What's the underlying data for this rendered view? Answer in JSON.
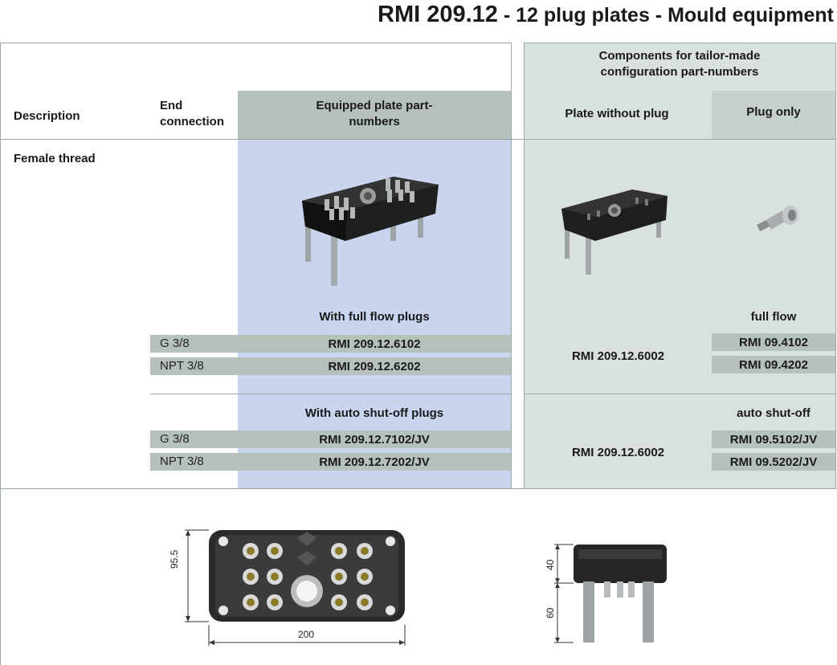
{
  "title": {
    "code": "RMI 209.12",
    "rest": " - 12 plug plates - Mould equipment"
  },
  "header": {
    "components": "Components for tailor-made configuration part-numbers",
    "description": "Description",
    "end_connection": "End connection",
    "equipped": "Equipped plate part-numbers",
    "plate_without_plug": "Plate without plug",
    "plug_only": "Plug only"
  },
  "section": "Female thread",
  "groups": [
    {
      "equipped_label": "With full flow plugs",
      "plug_label": "full flow",
      "plate_code": "RMI 209.12.6002",
      "rows": [
        {
          "connection": "G 3/8",
          "equipped_code": "RMI 209.12.6102",
          "plug_code": "RMI 09.4102"
        },
        {
          "connection": "NPT 3/8",
          "equipped_code": "RMI 209.12.6202",
          "plug_code": "RMI 09.4202"
        }
      ]
    },
    {
      "equipped_label": "With auto shut-off plugs",
      "plug_label": "auto shut-off",
      "plate_code": "RMI 209.12.6002",
      "rows": [
        {
          "connection": "G 3/8",
          "equipped_code": "RMI 209.12.7102/JV",
          "plug_code": "RMI 09.5102/JV"
        },
        {
          "connection": "NPT 3/8",
          "equipped_code": "RMI 209.12.7202/JV",
          "plug_code": "RMI 09.5202/JV"
        }
      ]
    }
  ],
  "dimensions": {
    "height": "95.5",
    "width": "200",
    "top": "40",
    "bottom": "60"
  },
  "colors": {
    "equipped_bg": "#c9d5ee",
    "components_bg": "#d9e1de",
    "header_dark": "#b6c1bb",
    "row_grey": "#b7c1bc"
  }
}
